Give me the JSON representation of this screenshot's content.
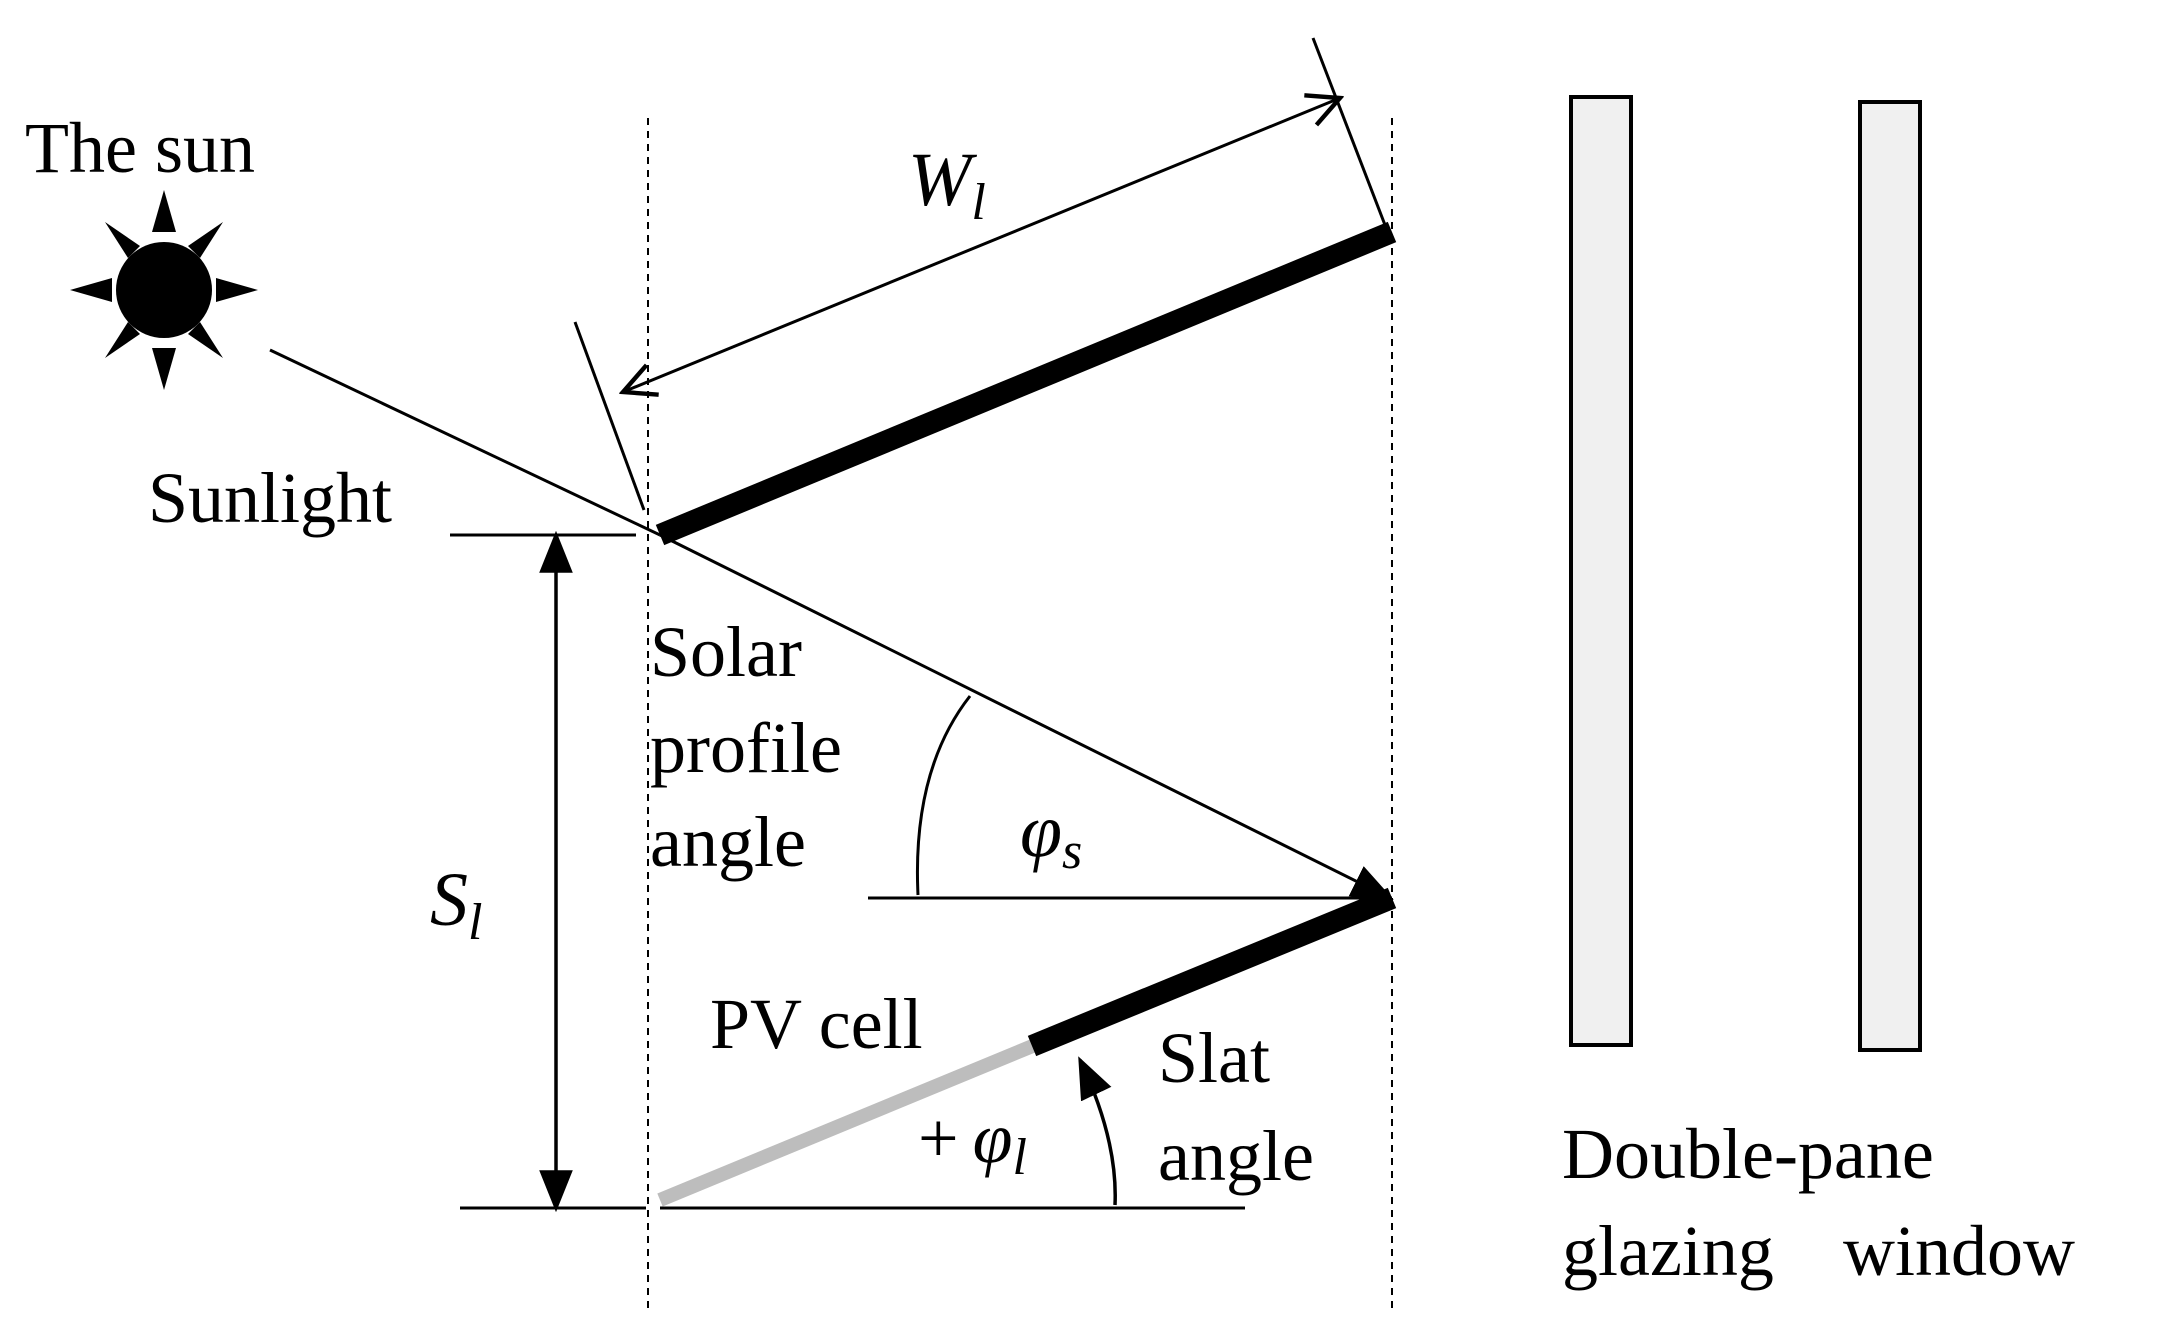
{
  "labels": {
    "sun": "The sun",
    "sunlight": "Sunlight",
    "slat_width": "W",
    "slat_width_sub": "l",
    "slat_spacing": "S",
    "slat_spacing_sub": "l",
    "solar_profile_1": "Solar",
    "solar_profile_2": "profile",
    "solar_profile_3": "angle",
    "phi_s": "φ",
    "phi_s_sub": "s",
    "pv_cell": "PV cell",
    "phi_l_sign": "+",
    "phi_l": "φ",
    "phi_l_sub": "l",
    "slat_angle_1": "Slat",
    "slat_angle_2": "angle",
    "window_1": "Double-pane",
    "window_2": "glazing",
    "window_3": "window"
  },
  "colors": {
    "line": "#000000",
    "pv_cell": "#bdbdbd",
    "glass": "#f0f0f0",
    "sun": "#000000"
  },
  "icons": {
    "sun": "sun-icon"
  }
}
